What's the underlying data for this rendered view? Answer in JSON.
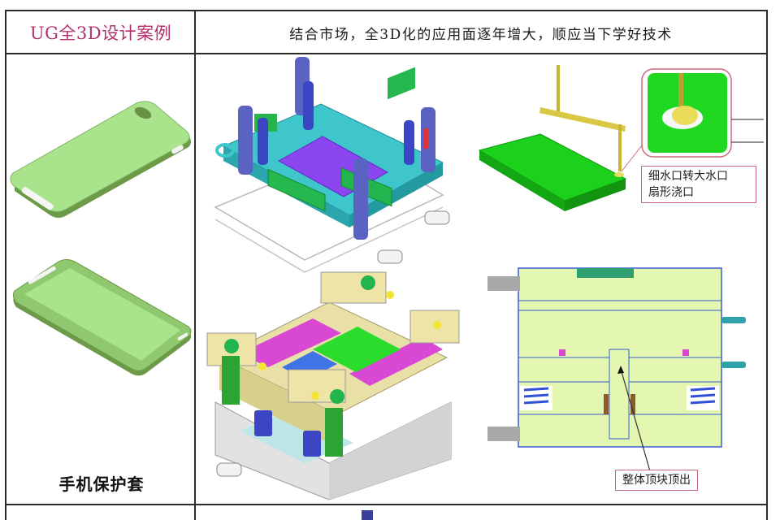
{
  "header": {
    "title": "UG全3D设计案例",
    "subtitle": "结合市场，全3D化的应用面逐年增大，顺应当下学好技术",
    "title_color": "#b2306c"
  },
  "product": {
    "label": "手机保护套",
    "images": [
      {
        "name": "phone-case-back-view",
        "color": "#a6e08a"
      },
      {
        "name": "phone-case-front-view",
        "color": "#a6e08a"
      }
    ]
  },
  "mold_views": {
    "top_left": {
      "name": "mold-core-plate-3d",
      "colors": [
        "#35c2c8",
        "#8a43ef",
        "#22b14c",
        "#4a4fb8"
      ]
    },
    "top_right": {
      "name": "gate-runner-detail",
      "colors": [
        "#1fd81f",
        "#d8c843"
      ]
    },
    "bottom_left": {
      "name": "mold-assembly-3d",
      "colors": [
        "#e9e0a8",
        "#d948d2",
        "#2cdc2c",
        "#3f74e6"
      ]
    },
    "bottom_right": {
      "name": "mold-section-view",
      "colors": [
        "#e3f7b0",
        "#2f4fd8"
      ]
    }
  },
  "callouts": {
    "gate": {
      "line1": "细水口转大水口",
      "line2": "扇形浇口"
    },
    "ejector": {
      "text": "整体顶块顶出"
    }
  },
  "colors": {
    "grid_line": "#2b2b2b",
    "callout_border": "#c96a7a"
  }
}
